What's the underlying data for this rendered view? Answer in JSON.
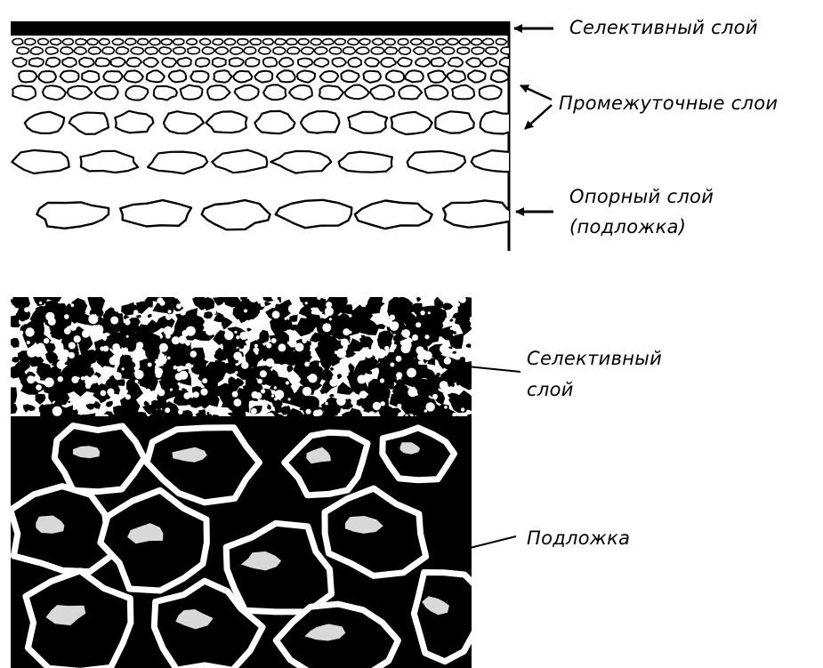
{
  "schematic": {
    "labels": {
      "selective": "Селективный слой",
      "intermediate": "Промежуточные слои",
      "support_line1": "Опорный слой",
      "support_line2": "(подложка)"
    }
  },
  "micrograph": {
    "labels": {
      "selective_line1": "Селективный",
      "selective_line2": "слой",
      "substrate": "Подложка"
    }
  },
  "colors": {
    "ink": "#000000",
    "paper": "#ffffff"
  }
}
